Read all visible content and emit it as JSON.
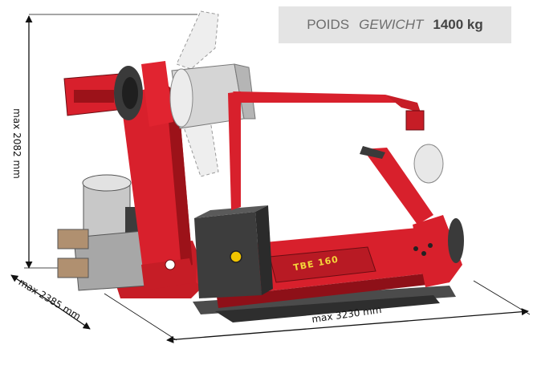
{
  "weight": {
    "label_fr": "POIDS",
    "label_de": "GEWICHT",
    "value": "1400 kg"
  },
  "dimensions": {
    "height": "max 2082 mm",
    "depth": "max 2385 mm",
    "width": "max 3230 mm"
  },
  "model": "TBE 160",
  "colors": {
    "machine_red": "#d8202c",
    "dark_red": "#8e1018",
    "dark_grey": "#3a3a3a",
    "light_grey": "#cfcfcf",
    "label_bg": "#e4e4e4",
    "accent_yellow": "#f2c500"
  }
}
